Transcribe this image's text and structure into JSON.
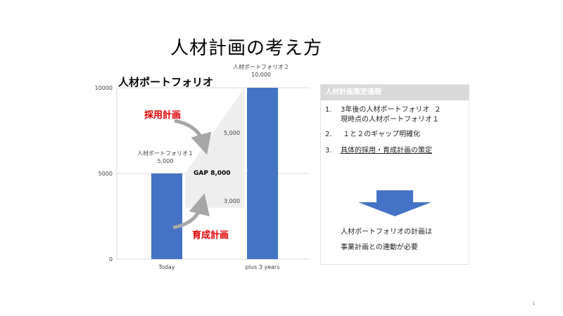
{
  "title": "人材計画の考え方",
  "portfolio_heading": "人材ポートフォリオ",
  "chart_data": {
    "type": "bar",
    "categories": [
      "Today",
      "plus 3 years"
    ],
    "values": [
      5000,
      10000
    ],
    "bar_labels": [
      {
        "name": "人材ポートフォリオ１",
        "value": "5,000"
      },
      {
        "name": "人材ポートフォリオ２",
        "value": "10,000"
      }
    ],
    "ylim": [
      0,
      10000
    ],
    "yticks": [
      "0",
      "5000",
      "10000"
    ],
    "grid": true,
    "bar_color": "#4472c4",
    "gap": {
      "label": "GAP  8,000",
      "segments": [
        {
          "label": "5,000",
          "from": 5000,
          "to": 10000
        },
        {
          "label": "3,000",
          "from": 3000,
          "to": 5000
        }
      ],
      "upper_from": 5000,
      "lower_from": 3000,
      "gap_color": "#eeeeee"
    },
    "annotations": [
      {
        "text": "採用計画",
        "color": "#e00000"
      },
      {
        "text": "育成計画",
        "color": "#e00000"
      }
    ]
  },
  "panel": {
    "header": "人材計画策定過程",
    "steps": [
      {
        "num": "1.",
        "text": "3年後の人材ポートフォリオ  ２\n現時点の人材ポートフォリオ１"
      },
      {
        "num": "2.",
        "text": " １と２のギャップ明確化"
      },
      {
        "num": "3.",
        "text": "具体的採用・育成計画の策定"
      }
    ],
    "arrow_color": "#4472c4",
    "note_lines": [
      "人材ポートフォリオの計画は",
      "事業計画との連動が必要"
    ]
  },
  "page_number": "1"
}
